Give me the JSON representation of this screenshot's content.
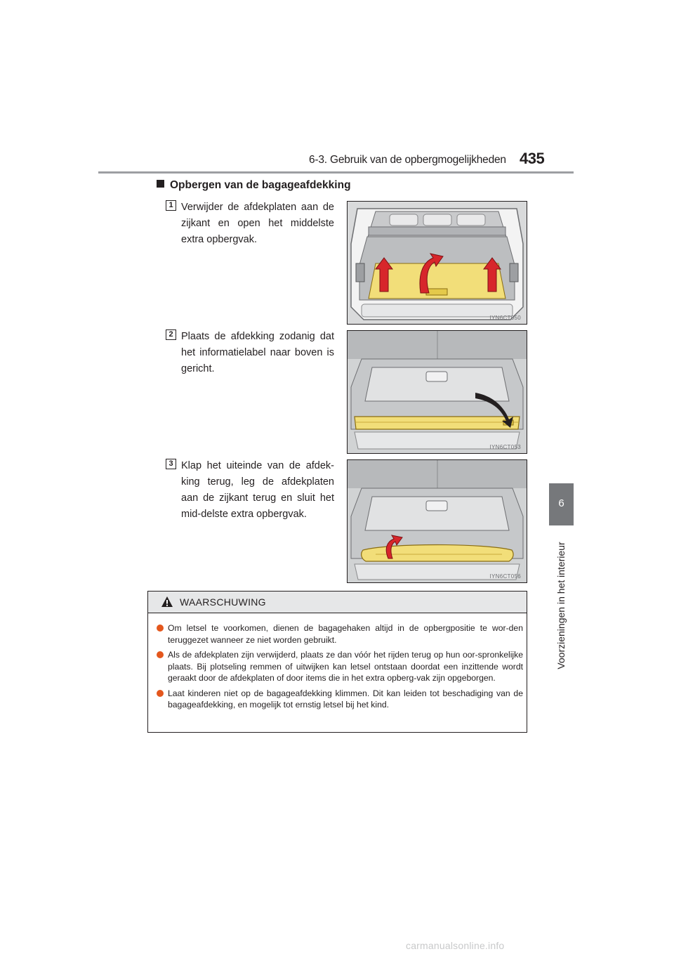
{
  "header": {
    "section": "6-3. Gebruik van de opbergmogelijkheden",
    "page_number": "435"
  },
  "side_tab": {
    "chapter_number": "6",
    "chapter_title": "Voorzieningen in het interieur"
  },
  "section_heading": "Opbergen van de bagageafdekking",
  "steps": [
    {
      "number": "1",
      "text": "Verwijder de afdekplaten aan de zijkant en open het middelste extra opbergvak.",
      "figure_code": "IYN6CT050"
    },
    {
      "number": "2",
      "text": "Plaats de afdekking zodanig dat het informatielabel naar boven is gericht.",
      "figure_code": "IYN6CT053"
    },
    {
      "number": "3",
      "text": "Klap het uiteinde van de afdek-king terug, leg de afdekplaten aan de zijkant terug en sluit het mid-delste extra opbergvak.",
      "figure_code": "IYN6CT056"
    }
  ],
  "warning": {
    "title": "WAARSCHUWING",
    "items": [
      "Om letsel te voorkomen, dienen de bagagehaken altijd in de opbergpositie te wor-den teruggezet wanneer ze niet worden gebruikt.",
      "Als de afdekplaten zijn verwijderd, plaats ze dan vóór het rijden terug op hun oor-spronkelijke plaats. Bij plotseling remmen of uitwijken kan letsel ontstaan doordat een inzittende wordt geraakt door de afdekplaten of door items die in het extra opberg-vak zijn opgeborgen.",
      "Laat kinderen niet op de bagageafdekking klimmen. Dit kan leiden tot beschadiging van de bagageafdekking, en mogelijk tot ernstig letsel bij het kind."
    ]
  },
  "footer_watermark": "carmanualsonline.info",
  "colors": {
    "highlight_yellow": "#f2de79",
    "arrow_red": "#d7262b",
    "bullet_orange": "#e4571d",
    "tab_gray": "#76787b"
  }
}
